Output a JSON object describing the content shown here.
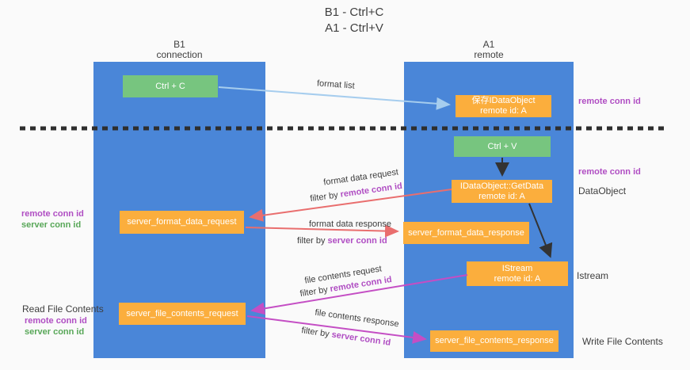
{
  "title": {
    "line1": "B1 - Ctrl+C",
    "line2": "A1 - Ctrl+V"
  },
  "lanes": {
    "left": {
      "name": "B1",
      "role": "connection"
    },
    "right": {
      "name": "A1",
      "role": "remote"
    }
  },
  "boxes": {
    "ctrl_c": {
      "label": "Ctrl + C"
    },
    "save_idataobject": {
      "line1": "保存IDataObject",
      "line2": "remote id: A"
    },
    "ctrl_v": {
      "label": "Ctrl + V"
    },
    "getdata": {
      "line1": "IDataObject::GetData",
      "line2": "remote id: A"
    },
    "format_request": {
      "label": "server_format_data_request"
    },
    "format_response": {
      "label": "server_format_data_response"
    },
    "istream": {
      "line1": "IStream",
      "line2": "remote id: A"
    },
    "file_request": {
      "label": "server_file_contents_request"
    },
    "file_response": {
      "label": "server_file_contents_response"
    }
  },
  "flow_labels": {
    "format_list": "format list",
    "format_data_request": "format data request",
    "format_data_response": "format data response",
    "file_contents_request": "file contents request",
    "file_contents_response": "file contents response",
    "filter_by": "filter by",
    "remote_conn_id": "remote conn id",
    "server_conn_id": "server conn id"
  },
  "annotations": {
    "remote_conn_id": "remote conn id",
    "server_conn_id": "server conn id",
    "dataobject": "DataObject",
    "istream": "Istream",
    "read_file_contents": "Read File Contents",
    "write_file_contents": "Write File Contents"
  },
  "colors": {
    "lane_blue": "#4a86d8",
    "box_green": "#77c57f",
    "box_orange": "#fbae3d",
    "purple_text": "#b04ec3",
    "green_text": "#58a758",
    "arrow_light_blue": "#a6cdee",
    "arrow_red": "#e96e6e",
    "arrow_magenta": "#c44ec4",
    "arrow_black": "#333333"
  }
}
